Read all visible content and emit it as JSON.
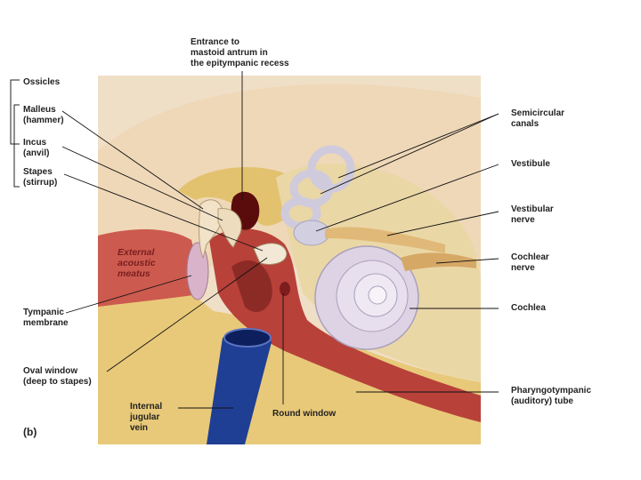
{
  "figure_label": "(b)",
  "labels": {
    "entrance": "Entrance to\nmastoid antrum in\nthe epitympanic recess",
    "ossicles": "Ossicles",
    "malleus": "Malleus\n(hammer)",
    "incus": "Incus\n(anvil)",
    "stapes": "Stapes\n(stirrup)",
    "external": "External\nacoustic\nmeatus",
    "tympanic": "Tympanic\nmembrane",
    "oval": "Oval window\n(deep to stapes)",
    "jugular": "Internal\njugular\nvein",
    "round": "Round window",
    "semicircular": "Semicircular\ncanals",
    "vestibule": "Vestibule",
    "vestibular_nerve": "Vestibular\nnerve",
    "cochlear_nerve": "Cochlear\nnerve",
    "cochlea": "Cochlea",
    "pharyngo": "Pharyngotympanic\n(auditory) tube"
  },
  "colors": {
    "bone": "#e8c979",
    "tissue": "#cc5a4f",
    "cavity": "#a52a2a",
    "vein": "#1f3f95",
    "labyrinth": "#c9c4d6"
  }
}
